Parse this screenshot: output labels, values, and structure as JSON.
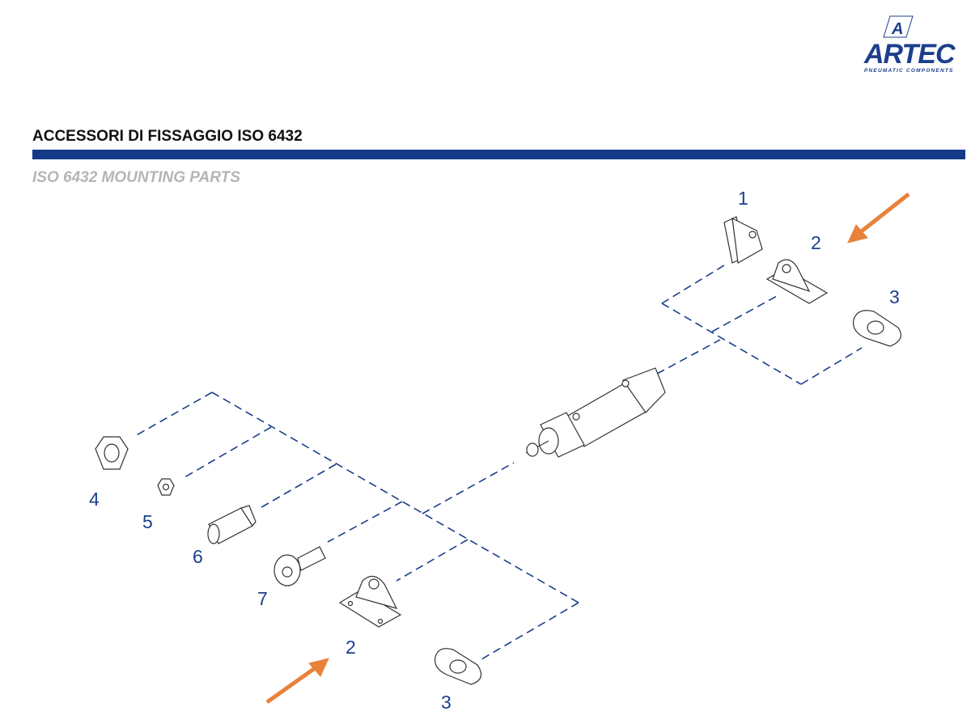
{
  "logo": {
    "brand": "ARTEC",
    "tagline": "PNEUMATIC COMPONENTS"
  },
  "header": {
    "title": "ACCESSORI DI FISSAGGIO ISO 6432",
    "subtitle": "ISO 6432 MOUNTING PARTS"
  },
  "colors": {
    "accent": "#163a8a",
    "arrow": "#e8823a",
    "line": "#1c3f8c"
  },
  "callouts": {
    "c1": "1",
    "c2_top": "2",
    "c3_top": "3",
    "c4": "4",
    "c5": "5",
    "c6": "6",
    "c7": "7",
    "c2_bottom": "2",
    "c3_bottom": "3"
  }
}
